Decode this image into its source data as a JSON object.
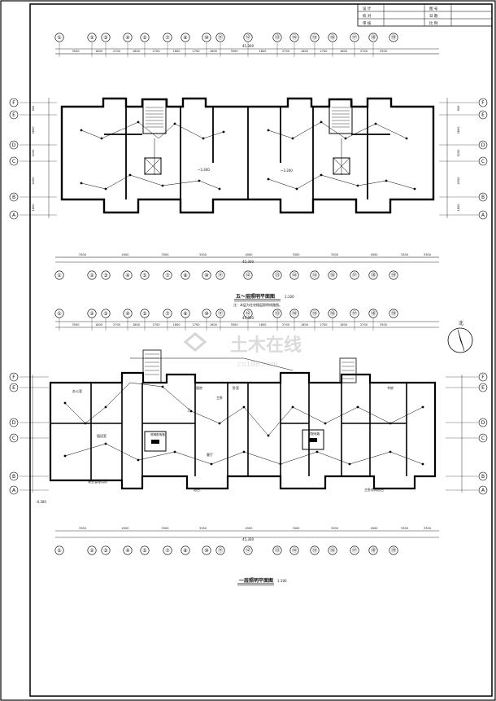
{
  "title_block": {
    "rows": [
      {
        "left": "设 计",
        "right": "图 号"
      },
      {
        "left": "校 对",
        "right": "日 期"
      },
      {
        "left": "审 核",
        "right": "比 例"
      }
    ]
  },
  "plan_top": {
    "title": "五～层照明平面图",
    "scale": "1:100",
    "note": "注：本层为住宅楼层照明线路图。",
    "axis_numbers": [
      "①",
      "②",
      "③",
      "④",
      "⑤",
      "⑦",
      "⑧",
      "⑩",
      "⑪",
      "⑫",
      "⑬",
      "⑭",
      "⑮",
      "⑯",
      "⑰",
      "⑱",
      "⑲"
    ],
    "axis_letters": [
      "F",
      "E",
      "D",
      "C",
      "B",
      "A"
    ],
    "top_dims": [
      "3500",
      "1800",
      "2700",
      "1800",
      "2700",
      "1800",
      "2700",
      "1800",
      "3500",
      "1800",
      "2700",
      "1800",
      "2700",
      "1800",
      "2700",
      "3500"
    ],
    "bottom_dims": [
      "3300",
      "4500",
      "3300",
      "3300",
      "4500",
      "3300",
      "3300",
      "4500",
      "3300",
      "3300"
    ],
    "overall": "45,300",
    "right_dims": [
      "900",
      "3800",
      "5100",
      "4500",
      "1800"
    ],
    "level": "~3.300"
  },
  "plan_bottom": {
    "title": "一层照明平面图",
    "scale": "1:100",
    "overall": "45,300",
    "level": "-0.300",
    "room_labels": [
      "办公室",
      "物业管理用房",
      "值班室",
      "卧室",
      "客厅",
      "厨房",
      "卫",
      "书房",
      "主卧",
      "阳台",
      "主卧房间阳台"
    ],
    "panel_labels": [
      "照明配电箱",
      "总配电箱"
    ],
    "bottom_dims": [
      "3300",
      "4500",
      "3300",
      "3300",
      "4500",
      "3300",
      "3300",
      "4500",
      "3300",
      "3300"
    ],
    "watermark": "土木在线",
    "watermark_sub": "co188.com"
  },
  "north_arrow": "北"
}
